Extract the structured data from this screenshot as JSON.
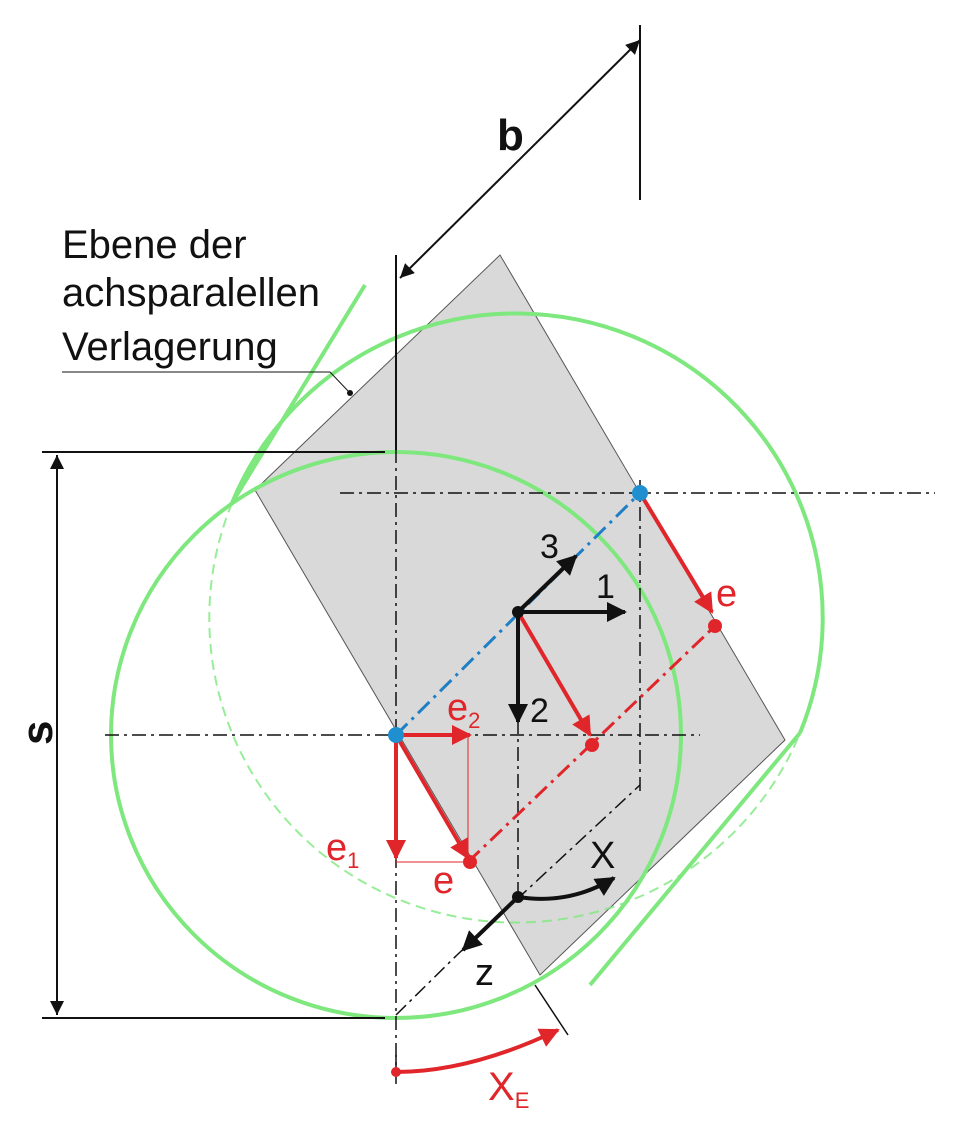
{
  "labels": {
    "b": "b",
    "s": "s",
    "plane_line1": "Ebene der",
    "plane_line2": "achsparalellen",
    "plane_line3": "Verlagerung",
    "axis_1": "1",
    "axis_2": "2",
    "axis_3": "3",
    "e_upper": "e",
    "e_lower": "e",
    "e1_base": "e",
    "e1_sub": "1",
    "e2_base": "e",
    "e2_sub": "2",
    "x_axis": "X",
    "z_axis": "z",
    "xe_base": "X",
    "xe_sub": "E"
  },
  "colors": {
    "ellipse_outline": "#7ee87e",
    "plane_fill": "#d9d9d9",
    "vector_red": "#e0262a",
    "axis_blue": "#1f7fc4",
    "point_blue": "#1f8fd0",
    "black": "#111111"
  },
  "icons": {
    "arrowhead": "filled-triangle-arrowhead",
    "point": "filled-circle-dot"
  }
}
